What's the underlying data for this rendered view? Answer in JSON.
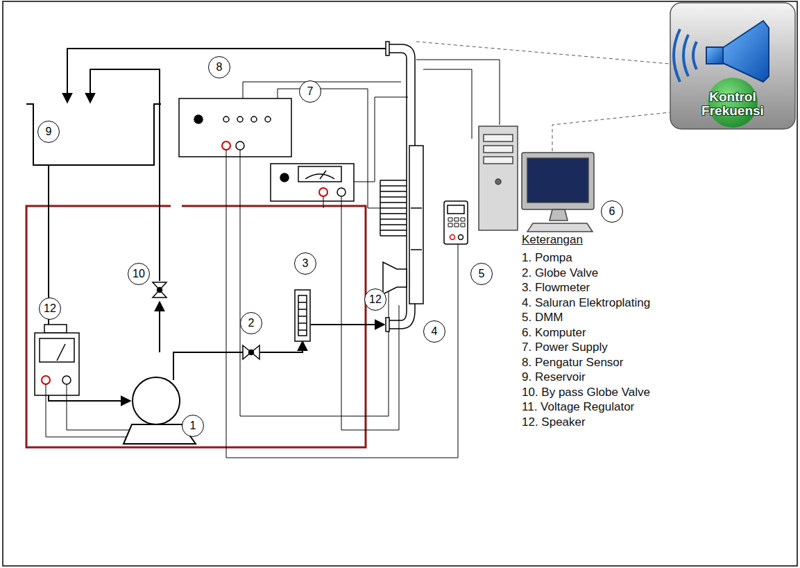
{
  "diagram": {
    "nodes": [
      {
        "text": [
          "8"
        ]
      },
      {
        "text": [
          "7"
        ]
      },
      {
        "text": [
          "9"
        ]
      },
      {
        "text": [
          "Kontrol Frekuensi"
        ]
      },
      {
        "text": [
          "6"
        ]
      },
      {
        "text": [
          "5"
        ]
      },
      {
        "text": [
          "12"
        ]
      },
      {
        "text": [
          "10"
        ]
      },
      {
        "text": [
          "12"
        ]
      },
      {
        "text": [
          "3"
        ]
      },
      {
        "text": [
          "4"
        ]
      },
      {
        "text": [
          "2"
        ]
      },
      {
        "text": [
          "1"
        ]
      }
    ],
    "labels": [
      "Keterangan",
      "1. Pompa",
      "2. Globe Valve",
      "3. Flowmeter",
      "4. Saluran Elektroplating",
      "5. DMM",
      "6. Komputer",
      "7. Power Supply",
      "8. Pengatur Sensor",
      "9. Reservoir",
      "10. By pass Globe Valve",
      "11. Voltage Regulator",
      "12. Speaker"
    ]
  }
}
